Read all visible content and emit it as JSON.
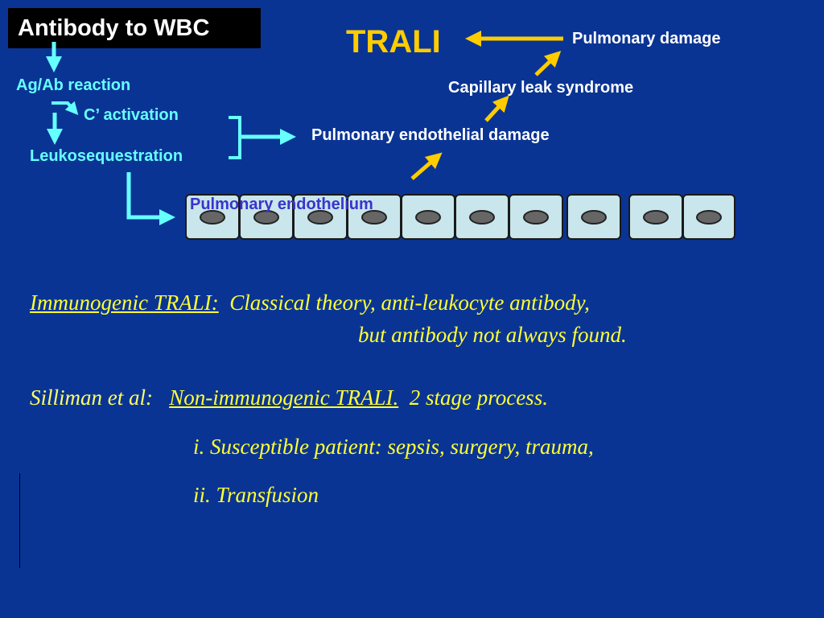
{
  "title_box": "Antibody to WBC",
  "trali": "TRALI",
  "labels": {
    "ag_ab": "Ag/Ab reaction",
    "c_activation": "C’ activation",
    "leuko": "Leukosequestration",
    "pulm_endo_damage": "Pulmonary endothelial damage",
    "capillary": "Capillary leak syndrome",
    "pulm_damage": "Pulmonary damage",
    "endothelium": "Pulmonary endothelium"
  },
  "cell_count": 10,
  "immunogenic": {
    "heading": "Immunogenic TRALI:",
    "line1": "Classical theory, anti-leukocyte antibody,",
    "line2": "but antibody not always found."
  },
  "silliman": {
    "prefix": "Silliman et al:",
    "heading": "Non-immunogenic TRALI",
    "heading_punct": ".",
    "rest": "2 stage process.",
    "item1": "i.  Susceptible patient: sepsis, surgery, trauma,",
    "item2": "ii. Transfusion"
  },
  "colors": {
    "background": "#0a3494",
    "cyan": "#66ffff",
    "yellow": "#ffcc00",
    "text_yellow": "#ffff33",
    "cell_fill": "#c8e6ec"
  }
}
